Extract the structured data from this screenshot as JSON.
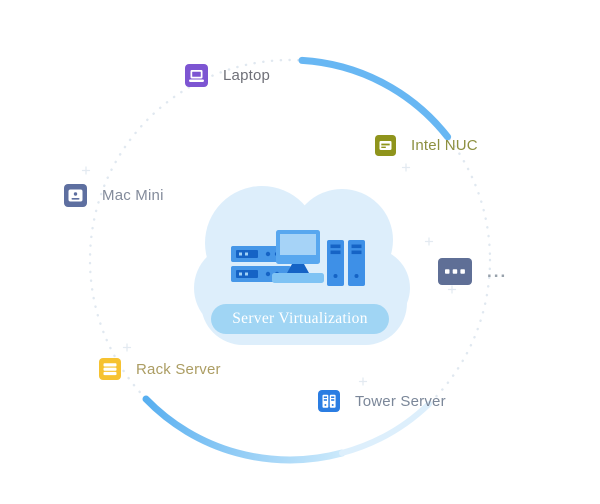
{
  "cloud": {
    "title": "Server Virtualization",
    "fill": "#ddeefb",
    "pill_fill": "#a0d5f4",
    "title_color": "#ffffff",
    "server_blue": "#4697e8",
    "server_dark": "#1563c5",
    "server_screen_light": "#a6d3f7",
    "server_base_light": "#7fc3f4",
    "monitor_blue": "#58a7ef"
  },
  "ring": {
    "dot_color": "#e0e8f0",
    "arc_color": "#68b7f3",
    "arc_fade_color": "#cbe9fb"
  },
  "nodes": [
    {
      "id": "laptop",
      "label": "Laptop",
      "icon": "laptop-icon",
      "color": "#7d55d2",
      "label_color": "#6f7078"
    },
    {
      "id": "intel-nuc",
      "label": "Intel NUC",
      "icon": "mini-pc-icon",
      "color": "#8f941c",
      "label_color": "#8d9040"
    },
    {
      "id": "mac-mini",
      "label": "Mac Mini",
      "icon": "mac-mini-icon",
      "color": "#5e6fa0",
      "label_color": "#838b9b"
    },
    {
      "id": "rack-server",
      "label": "Rack Server",
      "icon": "rack-server-icon",
      "color": "#f6c231",
      "label_color": "#ac9d63"
    },
    {
      "id": "tower-server",
      "label": "Tower Server",
      "icon": "tower-server-icon",
      "color": "#2b7de2",
      "label_color": "#7b8799"
    },
    {
      "id": "more",
      "label": "...",
      "icon": "ellipsis-icon",
      "color": "#5f6f96",
      "label_color": "#98a2ac"
    }
  ]
}
